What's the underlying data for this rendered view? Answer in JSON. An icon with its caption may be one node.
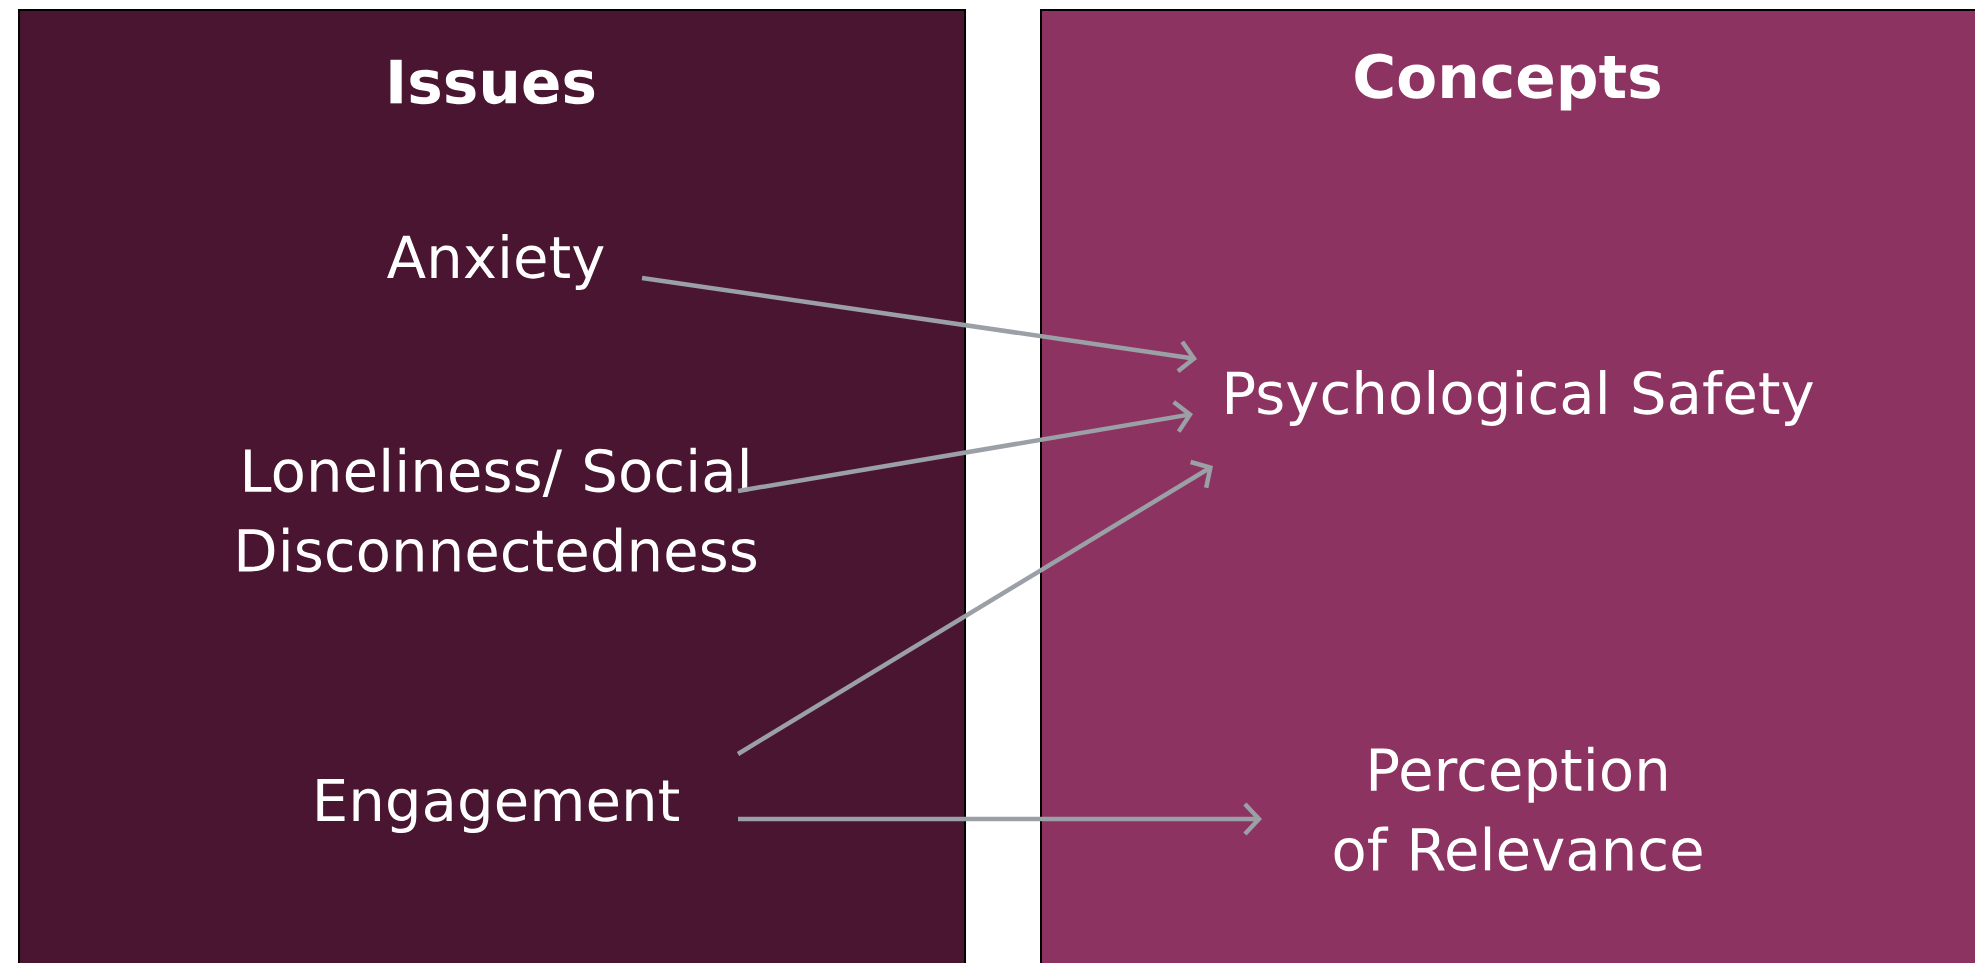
{
  "diagram": {
    "nodes": [
      {
        "text": [
          "Issues"
        ]
      },
      {
        "text": [
          "Concepts"
        ]
      },
      {
        "text": [
          "Anxiety"
        ],
        "in": 0
      },
      {
        "text": [
          "Loneliness/ Social Disconnectedness"
        ],
        "in": 0
      },
      {
        "text": [
          "Engagement"
        ],
        "in": 0
      },
      {
        "text": [
          "Psychological Safety"
        ],
        "in": 1
      },
      {
        "text": [
          "Perception of Relevance"
        ],
        "in": 1
      }
    ],
    "edges": [
      {
        "from": 2,
        "to": 5,
        "arrow": "to"
      },
      {
        "from": 3,
        "to": 5,
        "arrow": "to"
      },
      {
        "from": 4,
        "to": 5,
        "arrow": "to"
      },
      {
        "from": 4,
        "to": 6,
        "arrow": "to"
      }
    ]
  }
}
